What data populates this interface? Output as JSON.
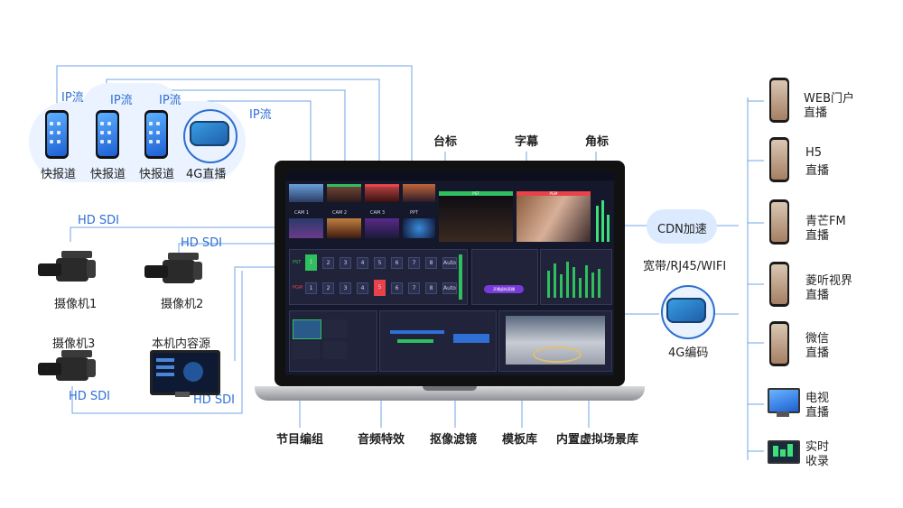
{
  "sources": {
    "ip_flow_labels": [
      "IP流",
      "IP流",
      "IP流",
      "IP流"
    ],
    "phones": [
      "快报道",
      "快报道",
      "快报道"
    ],
    "live4g": "4G直播",
    "hd_sdi_labels": [
      "HD SDI",
      "HD SDI",
      "HD SDI",
      "HD SDI"
    ],
    "cameras": [
      "摄像机1",
      "摄像机2",
      "摄像机3"
    ],
    "local_source": "本机内容源"
  },
  "top_callouts": [
    "台标",
    "字幕",
    "角标"
  ],
  "bottom_callouts": [
    "节目编组",
    "音频特效",
    "抠像滤镜",
    "模板库",
    "内置虚拟场景库"
  ],
  "output": {
    "cdn": "CDN加速",
    "network": "宽带/RJ45/WIFI",
    "encoder": "4G编码"
  },
  "destinations": [
    {
      "line1": "WEB门户",
      "line2": "直播",
      "icon": "phone-icon"
    },
    {
      "line1": "H5",
      "line2": "直播",
      "icon": "phone-icon"
    },
    {
      "line1": "青芒FM",
      "line2": "直播",
      "icon": "phone-icon"
    },
    {
      "line1": "菱听视界",
      "line2": "直播",
      "icon": "phone-icon"
    },
    {
      "line1": "微信",
      "line2": "直播",
      "icon": "phone-icon"
    },
    {
      "line1": "电视",
      "line2": "直播",
      "icon": "tv-icon"
    },
    {
      "line1": "实时",
      "line2": "收录",
      "icon": "recorder-icon"
    }
  ],
  "ui": {
    "cam_labels": [
      "CAM 1",
      "CAM 2",
      "CAM 3",
      "PPT"
    ],
    "pst": "PST",
    "pgm": "PGM",
    "pgm_bar": "PGM",
    "pst_bar": "PST",
    "bus_numbers": [
      "1",
      "2",
      "3",
      "4",
      "5",
      "6",
      "7",
      "8"
    ],
    "auto": "Auto",
    "cta": "开播虚拟直播"
  },
  "colors": {
    "flow_line": "#6fa6e6",
    "accent_blue": "#2f6fd6",
    "screen_bg": "#15172a",
    "green": "#2fbf5f",
    "red": "#e8434b"
  }
}
